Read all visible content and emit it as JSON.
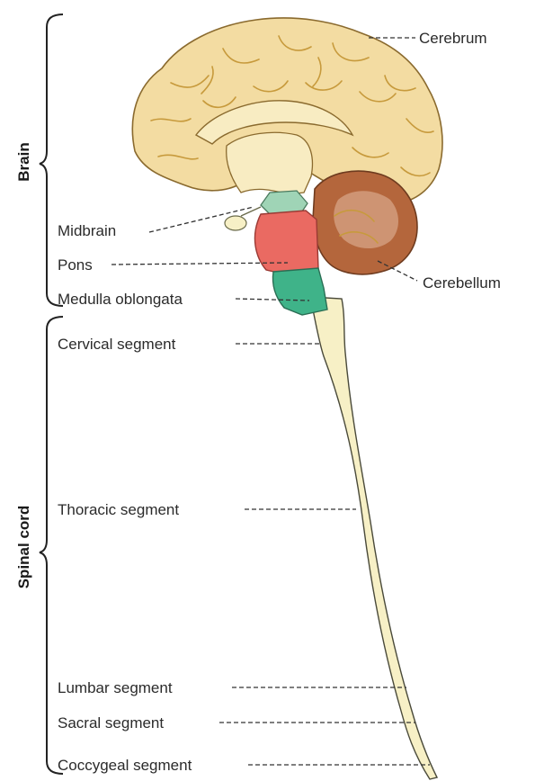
{
  "groups": {
    "brain": "Brain",
    "spinal_cord": "Spinal cord"
  },
  "labels": {
    "cerebrum": "Cerebrum",
    "cerebellum": "Cerebellum",
    "midbrain": "Midbrain",
    "pons": "Pons",
    "medulla": "Medulla oblongata",
    "cervical": "Cervical segment",
    "thoracic": "Thoracic segment",
    "lumbar": "Lumbar segment",
    "sacral": "Sacral segment",
    "coccygeal": "Coccygeal segment"
  },
  "colors": {
    "cerebrum": "#f3dca2",
    "cerebrum_fold": "#c79a3c",
    "cerebellum": "#b4663c",
    "pons": "#ea6a62",
    "midbrain": "#9fd4b6",
    "medulla": "#3fb389",
    "spinal_cord": "#f7f0c6"
  }
}
